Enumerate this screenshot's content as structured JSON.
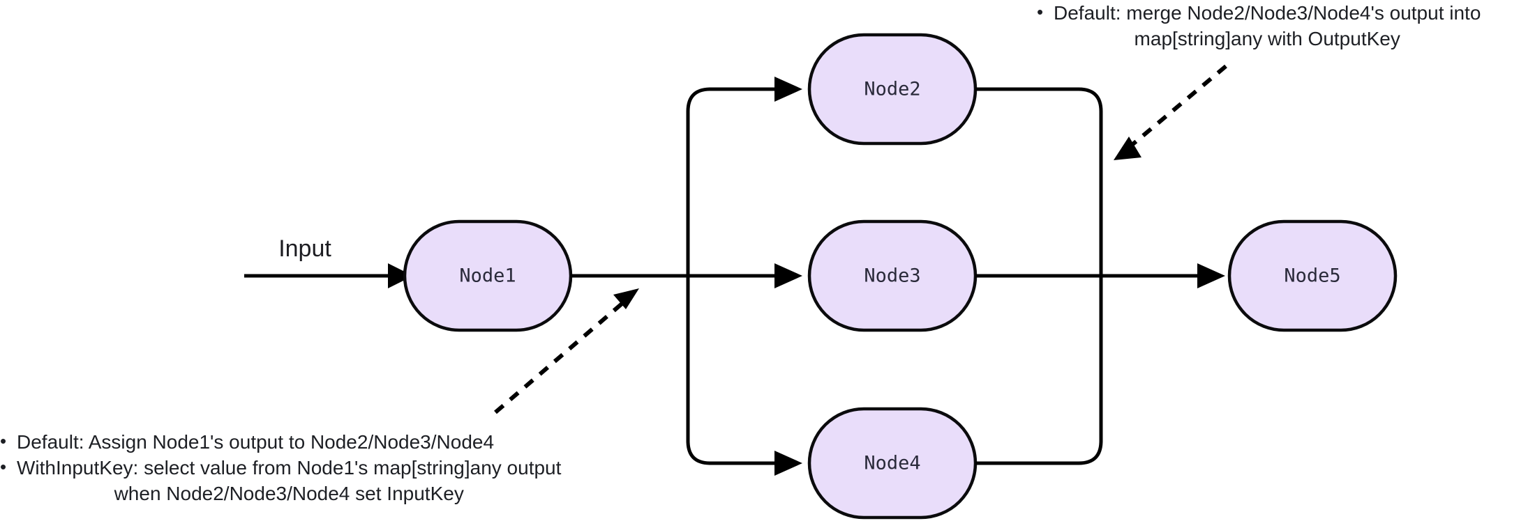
{
  "diagram": {
    "type": "flowchart",
    "orientation": "left-to-right",
    "background_color": "#ffffff",
    "node_fill_color": "#e9ddfa",
    "node_border_color": "#0b0b0d",
    "edge_color": "#000000",
    "text_color": "#1d1f24",
    "input_label": "Input",
    "nodes": [
      {
        "id": "node1",
        "label": "Node1"
      },
      {
        "id": "node2",
        "label": "Node2"
      },
      {
        "id": "node3",
        "label": "Node3"
      },
      {
        "id": "node4",
        "label": "Node4"
      },
      {
        "id": "node5",
        "label": "Node5"
      }
    ],
    "annotations": {
      "merge": {
        "bullet": "•",
        "line1": "Default: merge Node2/Node3/Node4's output into",
        "line2": "map[string]any with OutputKey"
      },
      "assign": {
        "bullet1": "•",
        "line1": "Default: Assign Node1's output to Node2/Node3/Node4",
        "bullet2": "•",
        "line2": "WithInputKey: select value from Node1's map[string]any output",
        "line3": "when Node2/Node3/Node4 set InputKey"
      }
    }
  }
}
